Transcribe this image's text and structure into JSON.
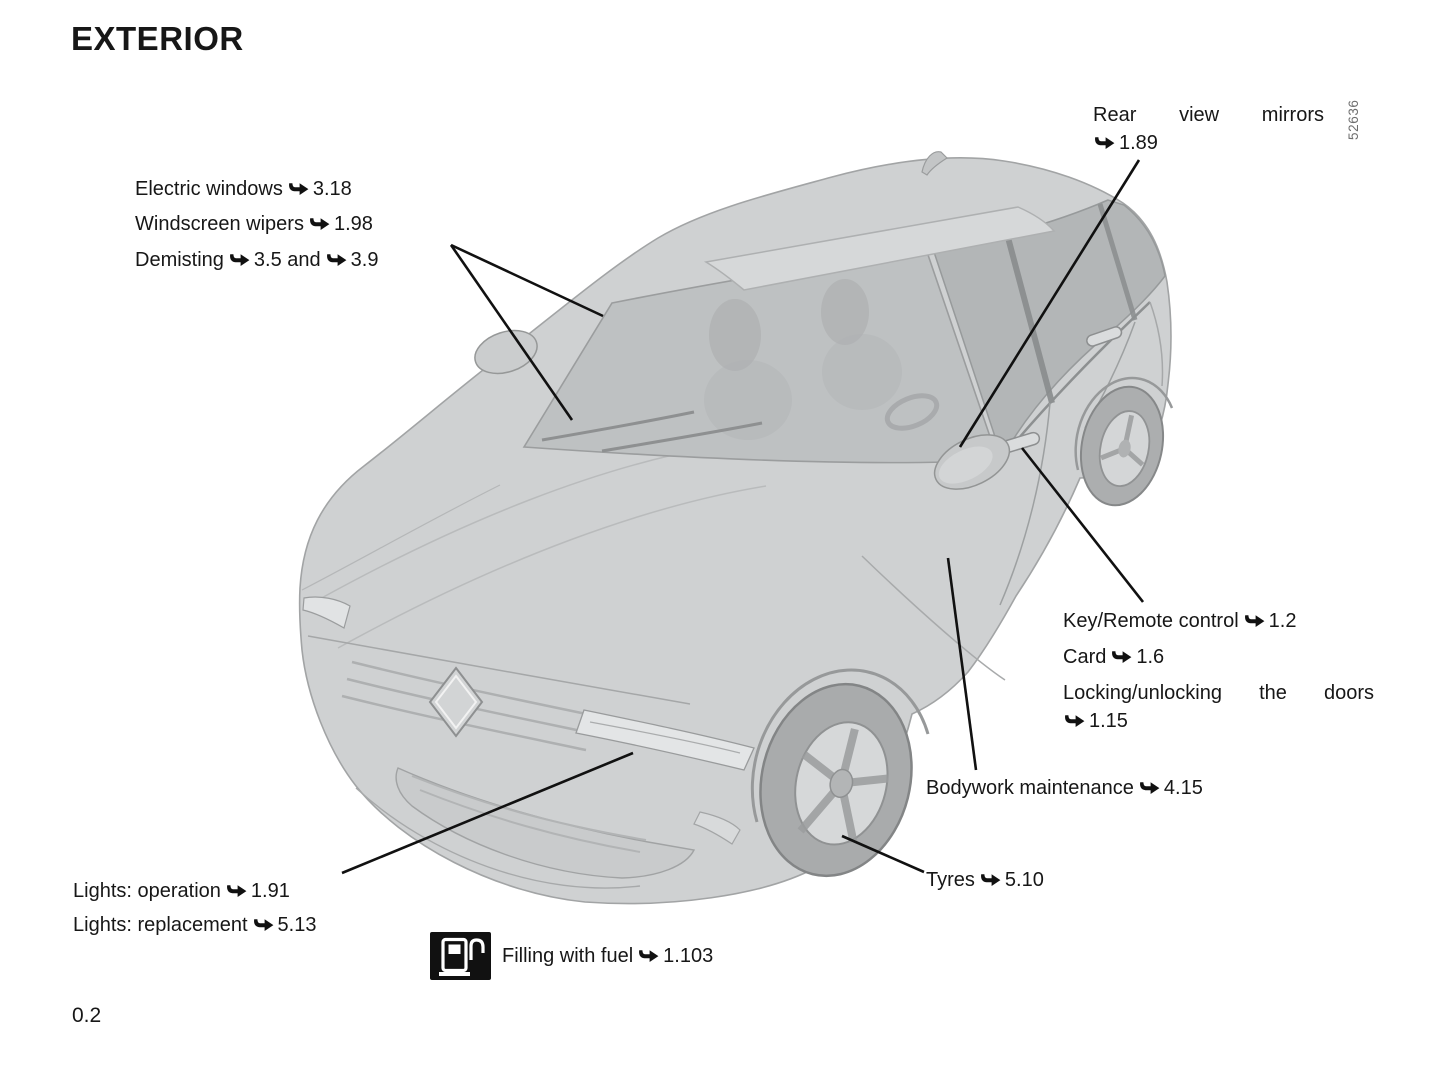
{
  "page": {
    "title": "EXTERIOR",
    "page_number": "0.2",
    "figure_number": "52636"
  },
  "callouts": {
    "electric_windows": {
      "label": "Electric windows",
      "ref": "3.18"
    },
    "windscreen_wipers": {
      "label": "Windscreen wipers",
      "ref": "1.98"
    },
    "demisting": {
      "label": "Demisting",
      "ref": "3.5",
      "joiner": "and",
      "ref2": "3.9"
    },
    "rear_view_mirrors": {
      "label": "Rear view mirrors",
      "ref": "1.89"
    },
    "key_remote_control": {
      "label": "Key/Remote control",
      "ref": "1.2"
    },
    "card": {
      "label": "Card",
      "ref": "1.6"
    },
    "locking_unlocking": {
      "label": "Locking/unlocking the doors",
      "ref": "1.15"
    },
    "bodywork_maintenance": {
      "label": "Bodywork maintenance",
      "ref": "4.15"
    },
    "tyres": {
      "label": "Tyres",
      "ref": "5.10"
    },
    "lights_operation": {
      "label": "Lights: operation",
      "ref": "1.91"
    },
    "lights_replacement": {
      "label": "Lights: replacement",
      "ref": "5.13"
    },
    "filling_with_fuel": {
      "label": "Filling with fuel",
      "ref": "1.103"
    }
  },
  "colors": {
    "text": "#171717",
    "car_body": "#cfd1d2",
    "car_line": "#a2a4a5",
    "glass": "#b3b6b7",
    "callout_line": "#111111",
    "fuel_icon_background": "#111111",
    "figure_number_grey": "#6e6e6e"
  }
}
